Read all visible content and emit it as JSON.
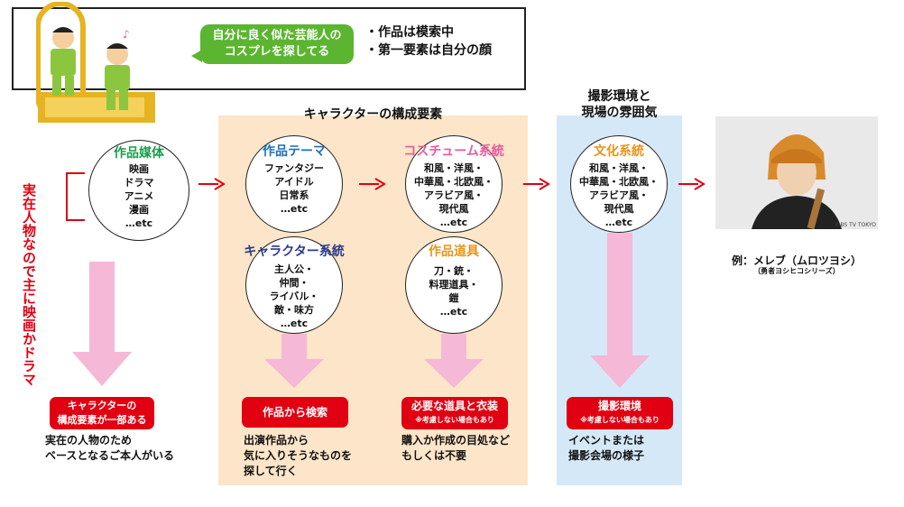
{
  "banner": {
    "bubble_line1": "自分に良く似た芸能人の",
    "bubble_line2": "コスプレを探してる",
    "bullets": [
      "・作品は模索中",
      "・第一要素は自分の顔"
    ]
  },
  "sections": {
    "character_title": "キャラクターの構成要素",
    "atmosphere_title_line1": "撮影環境と",
    "atmosphere_title_line2": "現場の雰囲気"
  },
  "side_note": "実在人物なので主に映画かドラマ",
  "circles": {
    "media": {
      "title": "作品媒体",
      "title_color": "#1a9b4a",
      "items": [
        "映画",
        "ドラマ",
        "アニメ",
        "漫画",
        "…etc"
      ]
    },
    "theme": {
      "title": "作品テーマ",
      "title_color": "#1c6fb8",
      "items": [
        "ファンタジー",
        "アイドル",
        "日常系",
        "…etc"
      ]
    },
    "character": {
      "title": "キャラクター系統",
      "title_color": "#2b3a8f",
      "items": [
        "主人公・",
        "仲間・",
        "ライバル・",
        "敵・味方",
        "…etc"
      ]
    },
    "costume": {
      "title": "コスチューム系統",
      "title_color": "#e85a9e",
      "items": [
        "和風・洋風・",
        "中華風・北欧風・",
        "アラビア風・",
        "現代風",
        "…etc"
      ]
    },
    "props": {
      "title": "作品道具",
      "title_color": "#e8941a",
      "items": [
        "刀・銃・",
        "料理道具・",
        "鎧",
        "…etc"
      ]
    },
    "culture": {
      "title": "文化系統",
      "title_color": "#e8941a",
      "items": [
        "和風・洋風・",
        "中華風・北欧風・",
        "アラビア風・",
        "現代風",
        "…etc"
      ]
    }
  },
  "red_boxes": {
    "col1": {
      "line1": "キャラクターの",
      "line2": "構成要素が一部ある"
    },
    "col2": {
      "line1": "作品から検索"
    },
    "col3": {
      "line1": "必要な道具と衣装",
      "note": "※考慮しない場合もあり"
    },
    "col4": {
      "line1": "撮影環境",
      "note": "※考慮しない場合もあり"
    }
  },
  "descriptions": {
    "col1": [
      "実在の人物のため",
      "ベースとなるご本人がいる"
    ],
    "col2": [
      "出演作品から",
      "気に入りそうなものを",
      "探して行く"
    ],
    "col3": [
      "購入か作成の目処など",
      "もしくは不要"
    ],
    "col4": [
      "イベントまたは",
      "撮影会場の様子"
    ]
  },
  "example": {
    "copyright": "©BS TV TOKYO",
    "caption": "例：メレブ（ムロツヨシ）",
    "subcaption": "（勇者ヨシヒコシリーズ）"
  },
  "colors": {
    "red": "#e00012",
    "pink_arrow": "#f5b8d6",
    "char_bg": "#fce5c8",
    "atmo_bg": "#d5e8f7",
    "bubble": "#5cb531"
  }
}
